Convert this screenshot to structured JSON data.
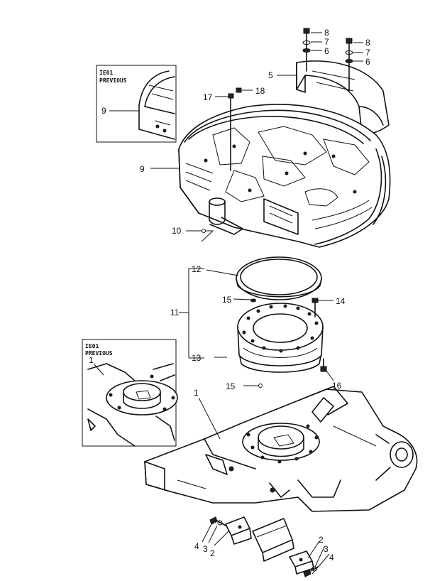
{
  "insets": {
    "upper_title_line1": "IE01",
    "upper_title_line2": "PREVIOUS",
    "lower_title_line1": "IE01",
    "lower_title_line2": "PREVIOUS"
  },
  "callouts": {
    "c8a": "8",
    "c7a": "7",
    "c6a": "6",
    "c8b": "8",
    "c7b": "7",
    "c6b": "6",
    "c5": "5",
    "c17": "17",
    "c18": "18",
    "c9_inset": "9",
    "c9_main": "9",
    "c10": "10",
    "c12": "12",
    "c11": "11",
    "c13": "13",
    "c15a": "15",
    "c14": "14",
    "c16": "16",
    "c15b": "15",
    "c1_inset": "1",
    "c1_main": "1",
    "c4_left": "4",
    "c3_left": "3",
    "c2_left": "2",
    "c2_right": "2",
    "c3_right": "3",
    "c4_right": "4"
  }
}
